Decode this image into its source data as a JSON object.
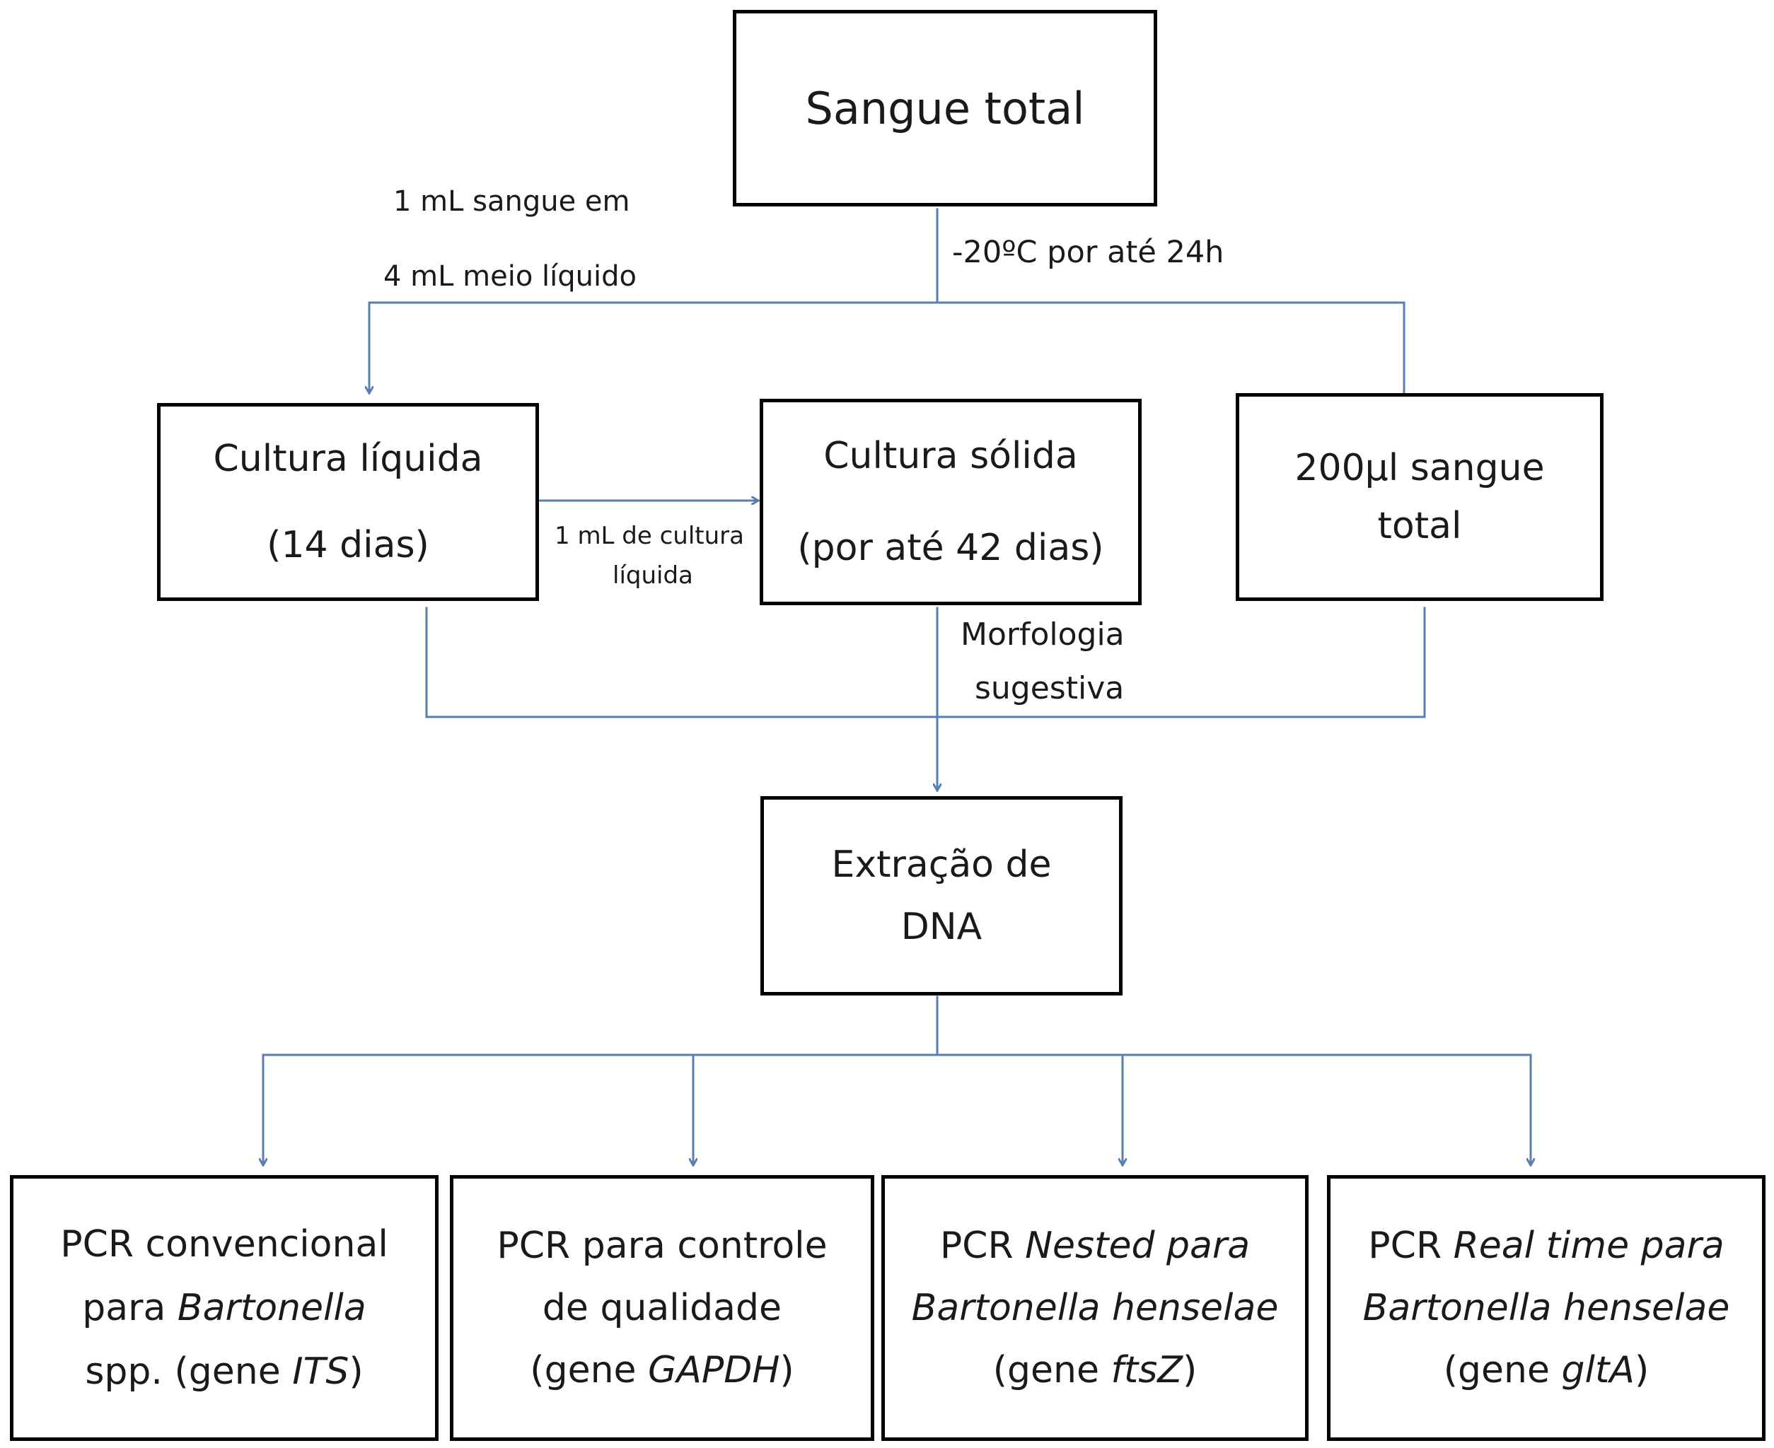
{
  "nodes": {
    "sangue_total": "Sangue total",
    "cultura_liquida": {
      "line1": "Cultura líquida",
      "line2": "(14 dias)"
    },
    "cultura_solida": {
      "line1": "Cultura sólida",
      "line2": "(por até 42 dias)"
    },
    "sangue_200": {
      "line1": "200µl sangue",
      "line2": "total"
    },
    "extracao": {
      "line1": "Extração de",
      "line2": "DNA"
    },
    "pcr_its": {
      "l1": "PCR convencional",
      "l2a": "para ",
      "l2b": "Bartonella",
      "l3a": "spp. (gene ",
      "l3b": "ITS",
      "l3c": ")"
    },
    "pcr_gapdh": {
      "l1": "PCR para controle",
      "l2": "de qualidade",
      "l3a": "(gene ",
      "l3b": "GAPDH",
      "l3c": ")"
    },
    "pcr_nested": {
      "l1a": "PCR ",
      "l1b": "Nested para",
      "l2": "Bartonella henselae",
      "l3a": "(gene ",
      "l3b": "ftsZ",
      "l3c": ")"
    },
    "pcr_realtime": {
      "l1a": "PCR ",
      "l1b": "Real time para",
      "l2": "Bartonella henselae",
      "l3a": "(gene ",
      "l3b": "gltA",
      "l3c": ")"
    }
  },
  "edge_labels": {
    "left_1": "1 mL sangue em",
    "left_2": "4 mL meio líquido",
    "freeze": "-20ºC por até 24h",
    "transfer_1": "1 mL de cultura",
    "transfer_2": "líquida",
    "morph_1": "Morfologia",
    "morph_2": "sugestiva"
  },
  "colors": {
    "connector": "#5a7db5",
    "border": "#000000"
  }
}
